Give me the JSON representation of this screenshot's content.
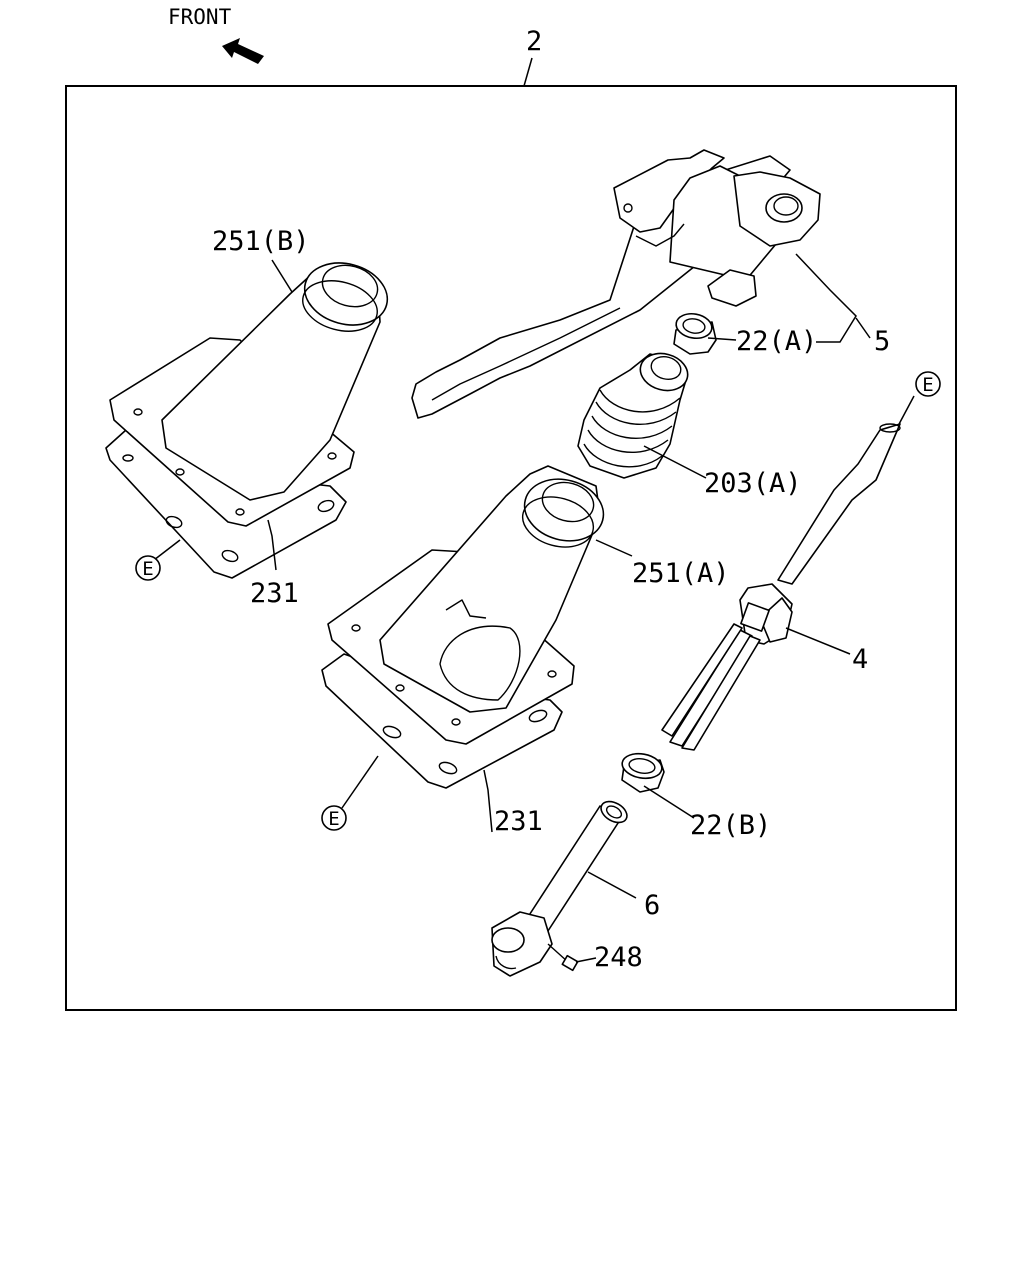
{
  "front_label": "FRONT",
  "assembly_number": "2",
  "labels": {
    "p251b": "251(B)",
    "p251a": "251(A)",
    "p231_left": "231",
    "p231_center": "231",
    "p22a": "22(A)",
    "p22b": "22(B)",
    "p5": "5",
    "p203a": "203(A)",
    "p4": "4",
    "p6": "6",
    "p248": "248"
  },
  "reference_markers": {
    "e_left": "E",
    "e_center": "E",
    "e_right": "E"
  },
  "icons": {
    "front_arrow": "front-direction-arrow"
  }
}
